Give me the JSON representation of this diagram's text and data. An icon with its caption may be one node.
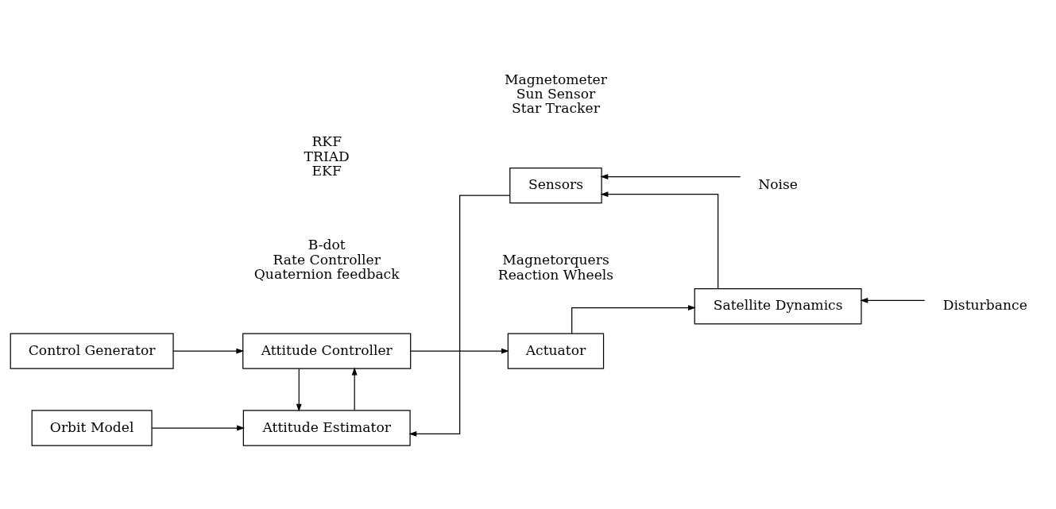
{
  "diagram": {
    "nodes": [
      {
        "text": [
          "Control Generator"
        ]
      },
      {
        "text": [
          "Attitude Controller"
        ],
        "beside": [
          "B-dot",
          "Rate Controller",
          "Quaternion feedback"
        ]
      },
      {
        "text": [
          "Actuator"
        ],
        "beside": [
          "Magnetorquers",
          "Reaction Wheels"
        ]
      },
      {
        "text": [
          "Attitude Estimator"
        ],
        "beside": [
          "RKF",
          "TRIAD",
          "EKF"
        ]
      },
      {
        "text": [
          "Satellite Dynamics"
        ]
      },
      {
        "text": [
          "Disturbance"
        ]
      },
      {
        "text": [
          "Orbit Model"
        ]
      },
      {
        "text": [
          "Sensors"
        ],
        "beside": [
          "Magnetometer",
          "Sun Sensor",
          "Star Tracker"
        ]
      },
      {
        "text": [
          "Noise"
        ]
      }
    ],
    "edges": [
      {
        "from": 0,
        "to": 1,
        "arrow": "to"
      },
      {
        "from": 1,
        "to": 2,
        "arrow": "to"
      },
      {
        "from": 1,
        "to": 3,
        "arrow": "to"
      },
      {
        "from": 3,
        "to": 1,
        "arrow": "to"
      },
      {
        "from": 6,
        "to": 3,
        "arrow": "to"
      },
      {
        "from": 2,
        "to": 4,
        "arrow": "to"
      },
      {
        "from": 5,
        "to": 4,
        "arrow": "to"
      },
      {
        "from": 4,
        "to": 7,
        "arrow": "to"
      },
      {
        "from": 8,
        "to": 7,
        "arrow": "to"
      },
      {
        "from": 7,
        "to": 3,
        "arrow": "to"
      }
    ]
  }
}
